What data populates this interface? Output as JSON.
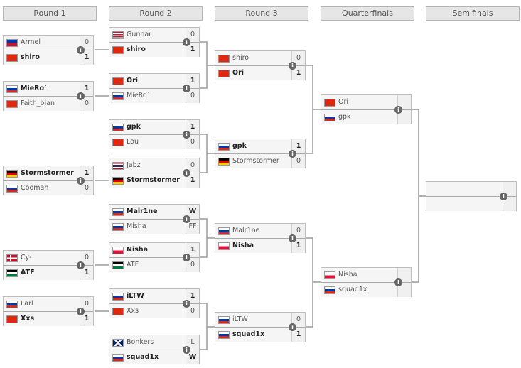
{
  "rounds": [
    "Round 1",
    "Round 2",
    "Round 3",
    "Quarterfinals",
    "Semifinals"
  ],
  "icon_info": "i",
  "matches": [
    {
      "id": "r1m1",
      "top": {
        "name": "Armel",
        "score": "0",
        "flag": "philippines"
      },
      "bot": {
        "name": "shiro",
        "score": "1",
        "flag": "china",
        "win": true
      }
    },
    {
      "id": "r1m2",
      "top": {
        "name": "MieRo`",
        "score": "1",
        "flag": "russia",
        "win": true
      },
      "bot": {
        "name": "Faith_bian",
        "score": "0",
        "flag": "china"
      }
    },
    {
      "id": "r1m3",
      "top": {
        "name": "Stormstormer",
        "score": "1",
        "flag": "germany",
        "win": true
      },
      "bot": {
        "name": "Cooman",
        "score": "0",
        "flag": "russia"
      }
    },
    {
      "id": "r1m4",
      "top": {
        "name": "Cy-",
        "score": "0",
        "flag": "denmark"
      },
      "bot": {
        "name": "ATF",
        "score": "1",
        "flag": "jordan",
        "win": true
      }
    },
    {
      "id": "r1m5",
      "top": {
        "name": "Larl",
        "score": "0",
        "flag": "russia"
      },
      "bot": {
        "name": "Xxs",
        "score": "1",
        "flag": "china",
        "win": true
      }
    },
    {
      "id": "r2m1",
      "top": {
        "name": "Gunnar",
        "score": "0",
        "flag": "usa"
      },
      "bot": {
        "name": "shiro",
        "score": "1",
        "flag": "china",
        "win": true
      }
    },
    {
      "id": "r2m2",
      "top": {
        "name": "Ori",
        "score": "1",
        "flag": "china",
        "win": true
      },
      "bot": {
        "name": "MieRo`",
        "score": "0",
        "flag": "russia"
      }
    },
    {
      "id": "r2m3",
      "top": {
        "name": "gpk",
        "score": "1",
        "flag": "russia",
        "win": true
      },
      "bot": {
        "name": "Lou",
        "score": "0",
        "flag": "china"
      }
    },
    {
      "id": "r2m4",
      "top": {
        "name": "Jabz",
        "score": "0",
        "flag": "thailand"
      },
      "bot": {
        "name": "Stormstormer",
        "score": "1",
        "flag": "germany",
        "win": true
      }
    },
    {
      "id": "r2m5",
      "top": {
        "name": "Malr1ne",
        "score": "W",
        "flag": "russia",
        "win": true
      },
      "bot": {
        "name": "Misha",
        "score": "FF",
        "flag": "russia"
      }
    },
    {
      "id": "r2m6",
      "top": {
        "name": "Nisha",
        "score": "1",
        "flag": "poland",
        "win": true
      },
      "bot": {
        "name": "ATF",
        "score": "0",
        "flag": "jordan"
      }
    },
    {
      "id": "r2m7",
      "top": {
        "name": "iLTW",
        "score": "1",
        "flag": "russia",
        "win": true
      },
      "bot": {
        "name": "Xxs",
        "score": "0",
        "flag": "china"
      }
    },
    {
      "id": "r2m8",
      "top": {
        "name": "Bonkers",
        "score": "L",
        "flag": "uk"
      },
      "bot": {
        "name": "squad1x",
        "score": "W",
        "flag": "russia",
        "win": true
      }
    },
    {
      "id": "r3m1",
      "top": {
        "name": "shiro",
        "score": "0",
        "flag": "china"
      },
      "bot": {
        "name": "Ori",
        "score": "1",
        "flag": "china",
        "win": true
      }
    },
    {
      "id": "r3m2",
      "top": {
        "name": "gpk",
        "score": "1",
        "flag": "russia",
        "win": true
      },
      "bot": {
        "name": "Stormstormer",
        "score": "0",
        "flag": "germany"
      }
    },
    {
      "id": "r3m3",
      "top": {
        "name": "Malr1ne",
        "score": "0",
        "flag": "russia"
      },
      "bot": {
        "name": "Nisha",
        "score": "1",
        "flag": "poland",
        "win": true
      }
    },
    {
      "id": "r3m4",
      "top": {
        "name": "iLTW",
        "score": "0",
        "flag": "russia"
      },
      "bot": {
        "name": "squad1x",
        "score": "1",
        "flag": "russia",
        "win": true
      }
    },
    {
      "id": "qf1",
      "top": {
        "name": "Ori",
        "score": "",
        "flag": "china"
      },
      "bot": {
        "name": "gpk",
        "score": "",
        "flag": "russia"
      }
    },
    {
      "id": "qf2",
      "top": {
        "name": "Nisha",
        "score": "",
        "flag": "poland"
      },
      "bot": {
        "name": "squad1x",
        "score": "",
        "flag": "russia"
      }
    },
    {
      "id": "sf1",
      "top": {
        "name": "",
        "score": "",
        "flag": ""
      },
      "bot": {
        "name": "",
        "score": "",
        "flag": ""
      }
    }
  ]
}
